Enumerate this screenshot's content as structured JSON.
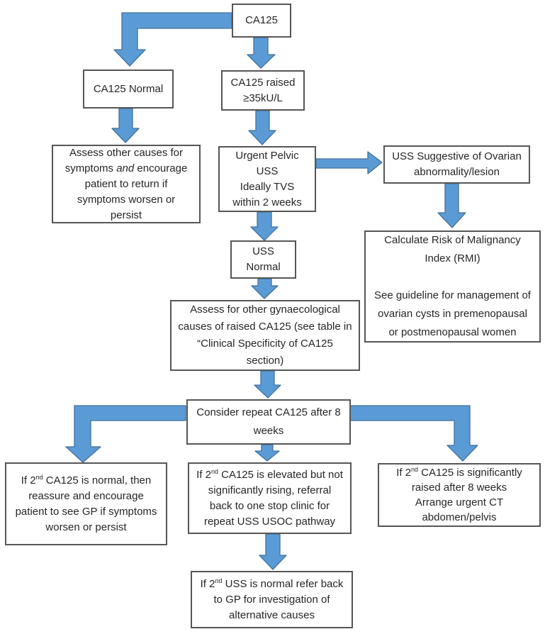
{
  "colors": {
    "arrow_fill": "#5B9BD5",
    "arrow_outline": "#41719C",
    "box_border": "#565656",
    "text": "#262626",
    "background": "#ffffff"
  },
  "nodes": {
    "ca125": {
      "lines": [
        "CA125"
      ]
    },
    "ca125_normal": {
      "lines": [
        "CA125 Normal"
      ]
    },
    "ca125_raised": {
      "lines": [
        "CA125 raised",
        "≥35kU/L"
      ]
    },
    "assess_other": {
      "pre": "Assess other causes for\nsymptoms ",
      "emph": "and",
      "post": " encourage\npatient to return if\nsymptoms worsen or\npersist"
    },
    "urgent_uss": {
      "lines": [
        "Urgent Pelvic",
        "USS",
        "Ideally TVS",
        "within 2 weeks"
      ]
    },
    "uss_suggestive": {
      "lines": [
        "USS Suggestive of Ovarian",
        "abnormality/lesion"
      ]
    },
    "rmi": {
      "lines": [
        "Calculate Risk of Malignancy",
        "Index (RMI)",
        "",
        "See guideline for management of",
        "ovarian cysts in premenopausal",
        "or postmenopausal women"
      ]
    },
    "uss_normal": {
      "lines": [
        "USS",
        "Normal"
      ]
    },
    "assess_gynae": {
      "lines": [
        "Assess for other gynaecological",
        "causes of raised CA125 (see table in",
        "“Clinical Specificity of CA125",
        "section)"
      ]
    },
    "consider_repeat": {
      "lines": [
        "Consider repeat CA125 after 8",
        "weeks"
      ]
    },
    "second_normal": {
      "pre": "If 2",
      "sup": "nd",
      "post": " CA125 is normal, then\nreassure and encourage\npatient to see GP if symptoms\nworsen or persist"
    },
    "second_elevated": {
      "pre": "If 2",
      "sup": "nd",
      "post": " CA125 is elevated but not\nsignificantly rising, referral\nback to one stop clinic for\nrepeat USS USOC pathway"
    },
    "second_raised": {
      "pre": "If 2",
      "sup": "nd",
      "post": " CA125 is significantly\nraised after 8 weeks\nArrange urgent CT\nabdomen/pelvis"
    },
    "second_uss_normal": {
      "pre": "If 2",
      "sup": "nd",
      "post": " USS is normal refer back\nto GP for investigation of\nalternative causes"
    }
  }
}
